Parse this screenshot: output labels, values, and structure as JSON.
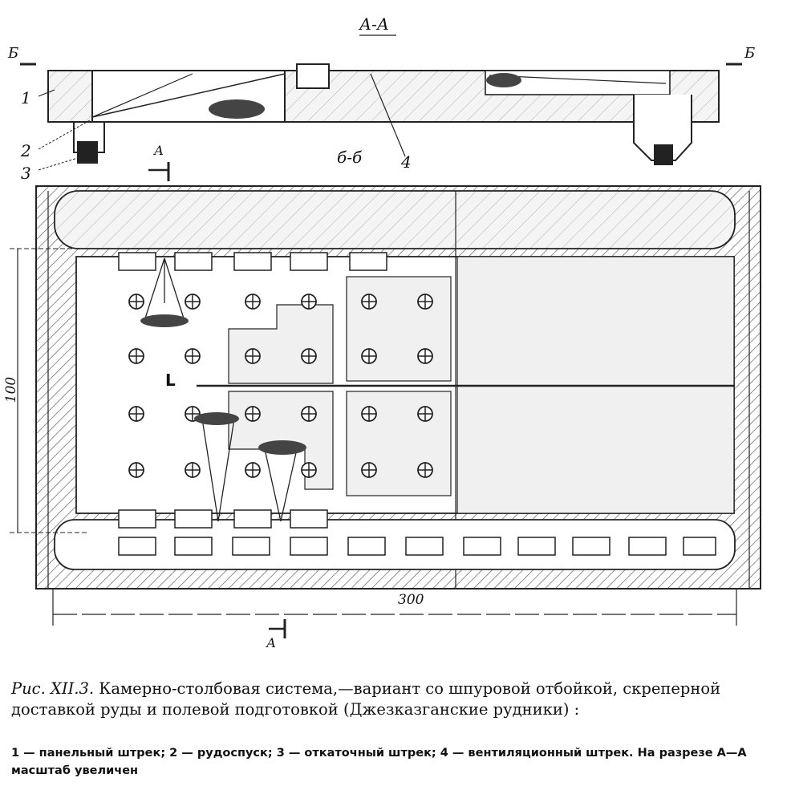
{
  "section_titles": {
    "section_aa": "А-А",
    "section_bb": "б-б"
  },
  "section_markers": {
    "b_left": "Б",
    "b_right": "Б",
    "a_top": "А",
    "a_bottom": "А"
  },
  "callouts": [
    "1",
    "2",
    "3",
    "4"
  ],
  "dimensions": {
    "height": "100",
    "width": "300"
  },
  "plan_mark": "L",
  "caption": {
    "figure": "Рис. XII.3.",
    "title": "Камерно-столбовая система,—вариант со шпуровой отбойкой, скреперной доставкой руды и полевой подготовкой (Джезказганские рудники) :",
    "legend": "1 — панельный штрек; 2 — рудоспуск; 3 — откаточный штрек; 4 — вентиляционный штрек. На разрезе А—А масштаб увеличен"
  }
}
